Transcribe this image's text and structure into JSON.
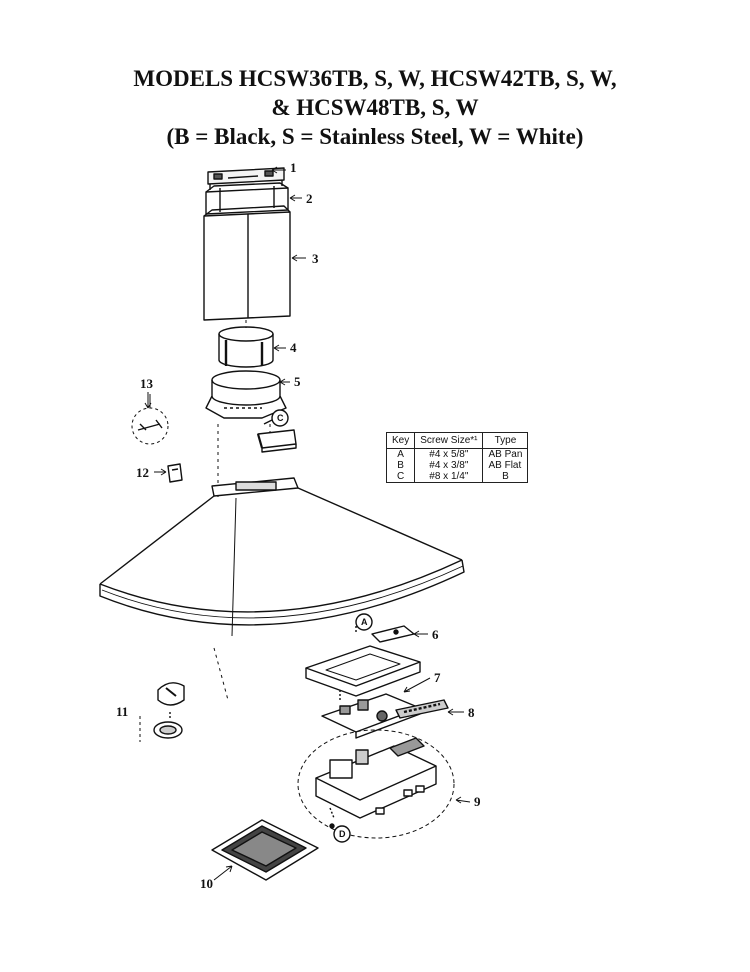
{
  "title": {
    "line1": "MODELS HCSW36TB, S, W, HCSW42TB, S, W,",
    "line2": "& HCSW48TB, S, W",
    "line3": "(B = Black, S = Stainless Steel, W = White)"
  },
  "callouts": [
    "1",
    "2",
    "3",
    "4",
    "5",
    "6",
    "7",
    "8",
    "9",
    "10",
    "11",
    "12",
    "13"
  ],
  "circle_labels": [
    "C",
    "A",
    "D"
  ],
  "key_table": {
    "headers": [
      "Key",
      "Screw Size*¹",
      "Type"
    ],
    "rows": [
      {
        "key": "A",
        "size": "#4 x 5/8\"",
        "type": "AB Pan"
      },
      {
        "key": "B",
        "size": "#4 x 3/8\"",
        "type": "AB Flat"
      },
      {
        "key": "C",
        "size": "#8 x 1/4\"",
        "type": "B"
      }
    ]
  }
}
